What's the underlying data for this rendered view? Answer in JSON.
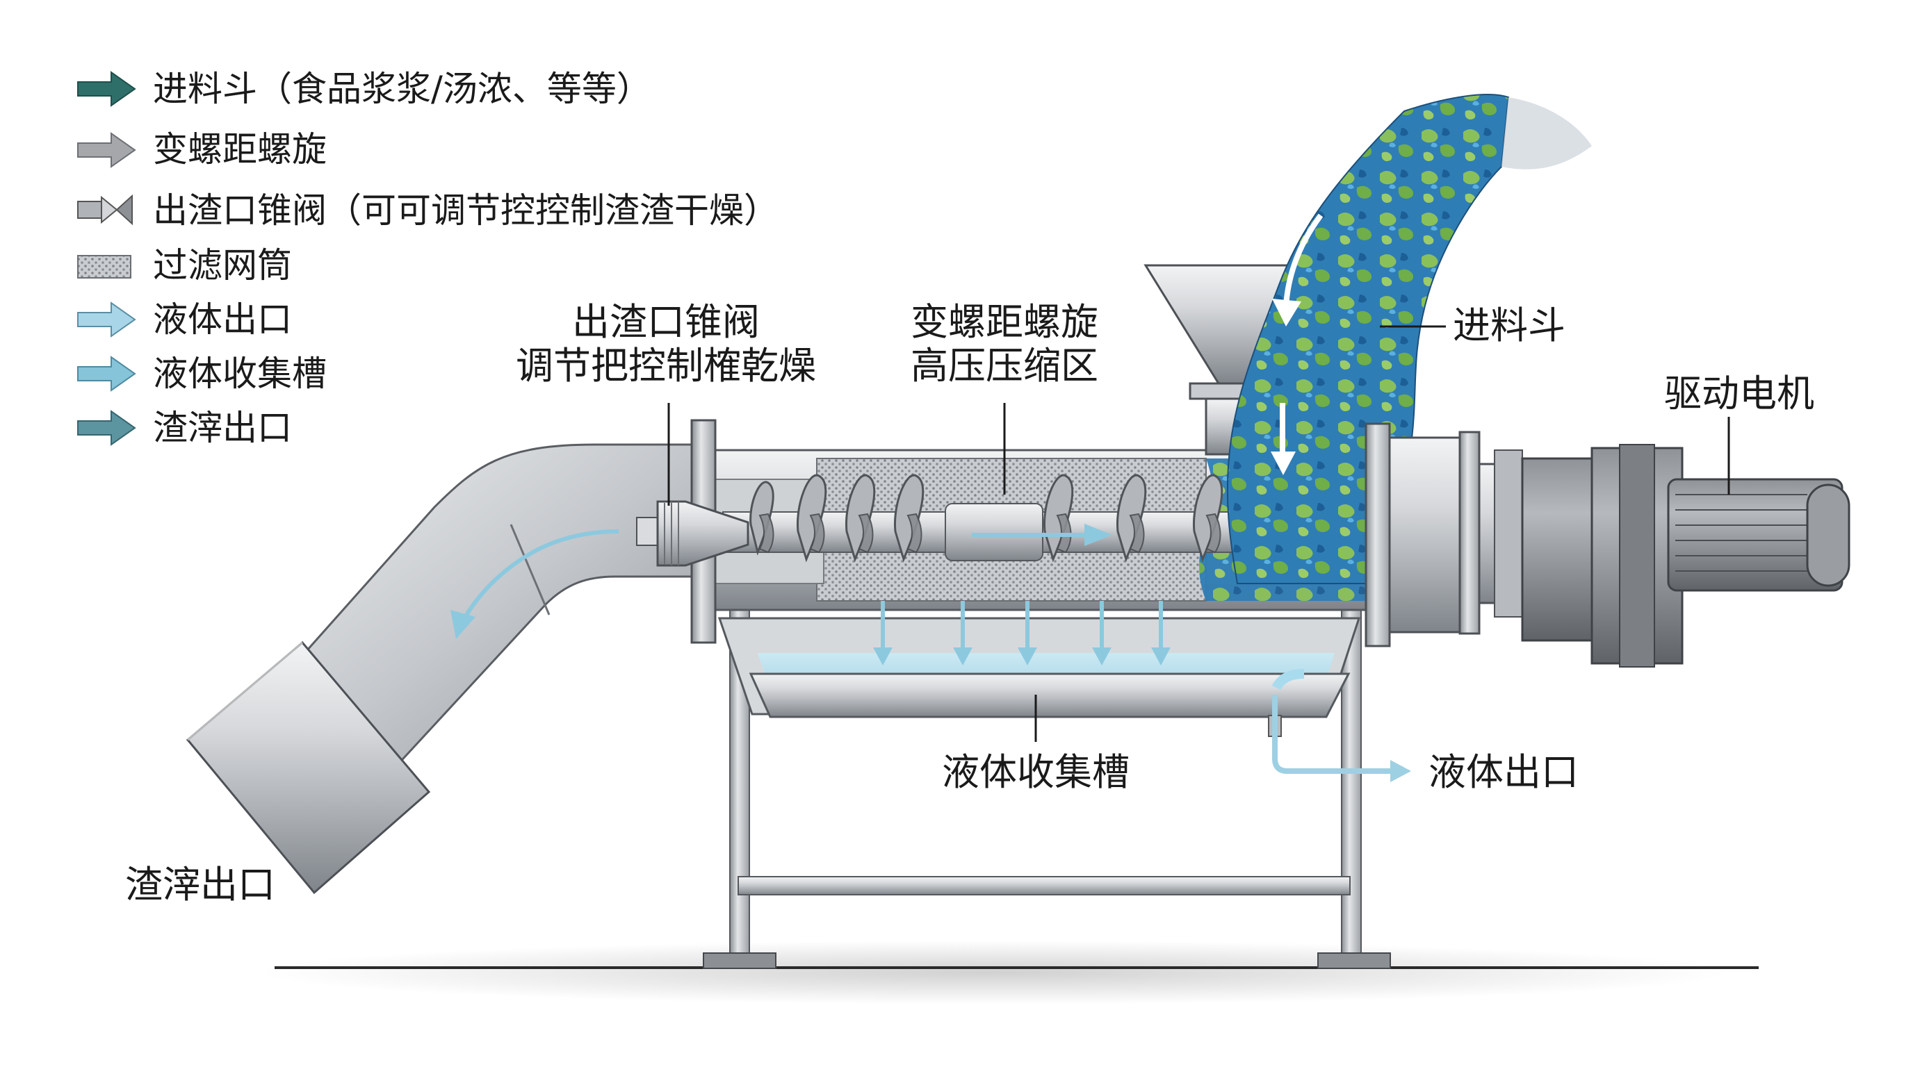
{
  "legend": {
    "items": [
      {
        "icon": "arrow-icon",
        "color": "#2e6f6a",
        "label": "进料斗（食品浆浆/汤浓、等等）"
      },
      {
        "icon": "arrow-icon",
        "color": "#9a9a9a",
        "label": "变螺距螺旋"
      },
      {
        "icon": "cone-valve-icon",
        "color": "#9a9a9a",
        "label": "出渣口锥阀（可可调节控控制渣渣干燥）"
      },
      {
        "icon": "mesh-screen-icon",
        "color": "#b8b8b8",
        "label": "过滤网筒"
      },
      {
        "icon": "arrow-icon",
        "color": "#9cd1e6",
        "label": "液体出口"
      },
      {
        "icon": "arrow-icon",
        "color": "#7fc0d8",
        "label": "液体收集槽"
      },
      {
        "icon": "arrow-icon",
        "color": "#4f8f9a",
        "label": "渣滓出口"
      }
    ]
  },
  "callouts": {
    "cone_valve": {
      "line1": "出渣口锥阀",
      "line2": "调节把控制榷乾燥"
    },
    "screw": {
      "line1": "变螺距螺旋",
      "line2": "高压压缩区"
    },
    "hopper": "进料斗",
    "motor": "驱动电机",
    "trough": "液体收集槽",
    "liquid_outlet": "液体出口",
    "solids_outlet": "渣滓出口"
  },
  "colors": {
    "steel_light": "#e6e8ea",
    "steel_mid": "#b9bcc0",
    "steel_dark": "#7d8186",
    "liquid": "#a8d8ea",
    "flow_arrow": "#8cc9df",
    "feed_blue": "#2f7fb8",
    "feed_green": "#7fb84a",
    "ink": "#1a1a1a"
  }
}
